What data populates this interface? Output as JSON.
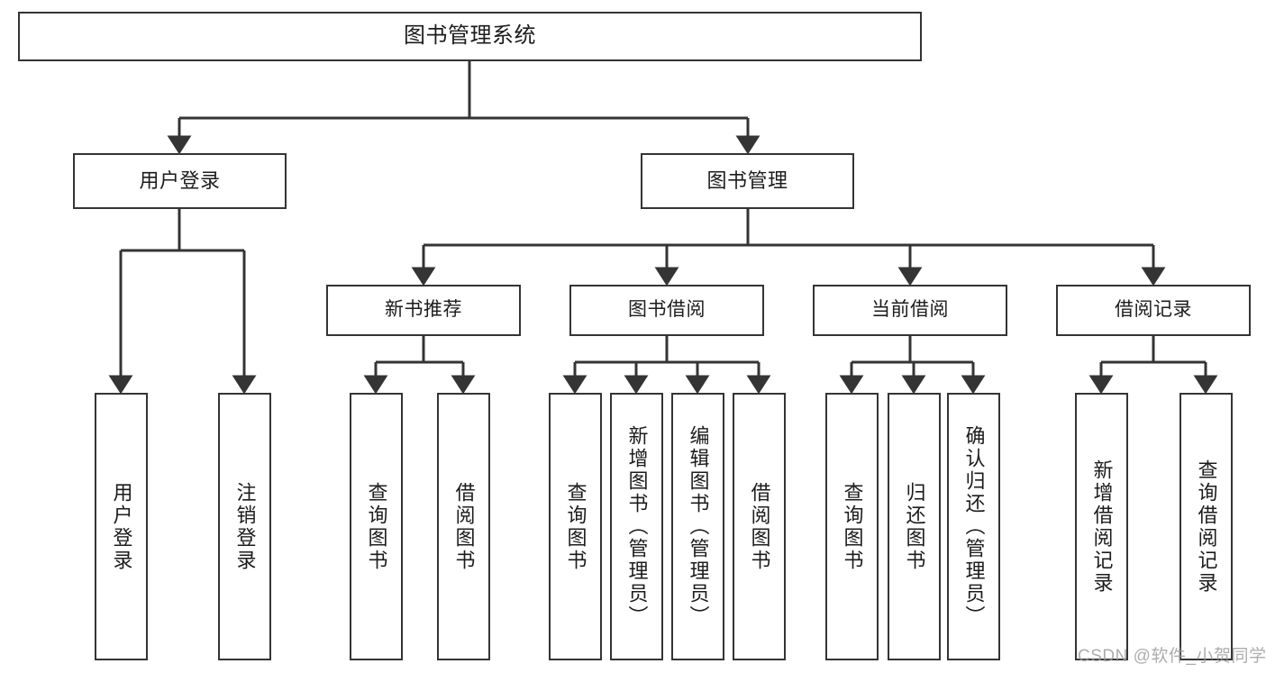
{
  "diagram": {
    "title_node": {
      "label": "图书管理系统"
    },
    "level2": [
      {
        "label": "用户登录"
      },
      {
        "label": "图书管理"
      }
    ],
    "level3": [
      {
        "label": "新书推荐"
      },
      {
        "label": "图书借阅"
      },
      {
        "label": "当前借阅"
      },
      {
        "label": "借阅记录"
      }
    ],
    "leaves": {
      "user_login": [
        {
          "label": "用户登录"
        },
        {
          "label": "注销登录"
        }
      ],
      "new_book_recommend": [
        {
          "label": "查询图书"
        },
        {
          "label": "借阅图书"
        }
      ],
      "book_borrow": [
        {
          "label": "查询图书"
        },
        {
          "label": "新增图书（管理员）"
        },
        {
          "label": "编辑图书（管理员）"
        },
        {
          "label": "借阅图书"
        }
      ],
      "current_borrow": [
        {
          "label": "查询图书"
        },
        {
          "label": "归还图书"
        },
        {
          "label": "确认归还（管理员）"
        }
      ],
      "borrow_record": [
        {
          "label": "新增借阅记录"
        },
        {
          "label": "查询借阅记录"
        }
      ]
    },
    "watermark": {
      "text": "CSDN @软件_小贺同学"
    },
    "colors": {
      "border": "#343434",
      "background": "#ffffff",
      "text": "#1c1c1c",
      "watermark": "#9b9b9b"
    }
  }
}
